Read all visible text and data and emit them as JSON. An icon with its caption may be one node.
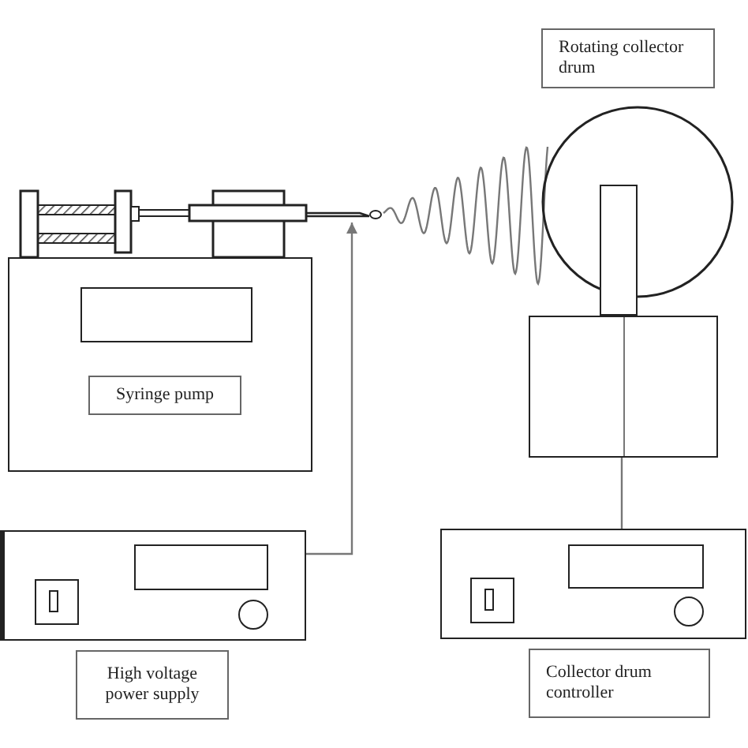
{
  "diagram": {
    "nodes": [
      {
        "text": [
          "Rotating collector drum"
        ]
      },
      {
        "text": [],
        "shape": "circle"
      },
      {
        "text": [],
        "shape": "box"
      },
      {
        "text": [],
        "shape": "box"
      },
      {
        "text": [],
        "shape": "box"
      },
      {
        "text": [
          "Syringe pump"
        ],
        "in": 4
      },
      {
        "text": [],
        "shape": "picture"
      },
      {
        "text": [],
        "shape": "box"
      },
      {
        "text": [
          "High voltage power supply"
        ]
      },
      {
        "text": [],
        "shape": "box"
      },
      {
        "text": [
          "Collector drum controller"
        ]
      },
      {
        "text": [],
        "shape": "box",
        "in": 4
      },
      {
        "text": [],
        "shape": "box",
        "in": 7
      },
      {
        "text": [],
        "shape": "box",
        "in": 9
      }
    ],
    "edges": [
      {
        "from": 7,
        "to": 6,
        "arrow": "to",
        "color": "#777777"
      },
      {
        "from": 3,
        "to": 9,
        "arrow": "none",
        "color": "#777777"
      }
    ]
  }
}
